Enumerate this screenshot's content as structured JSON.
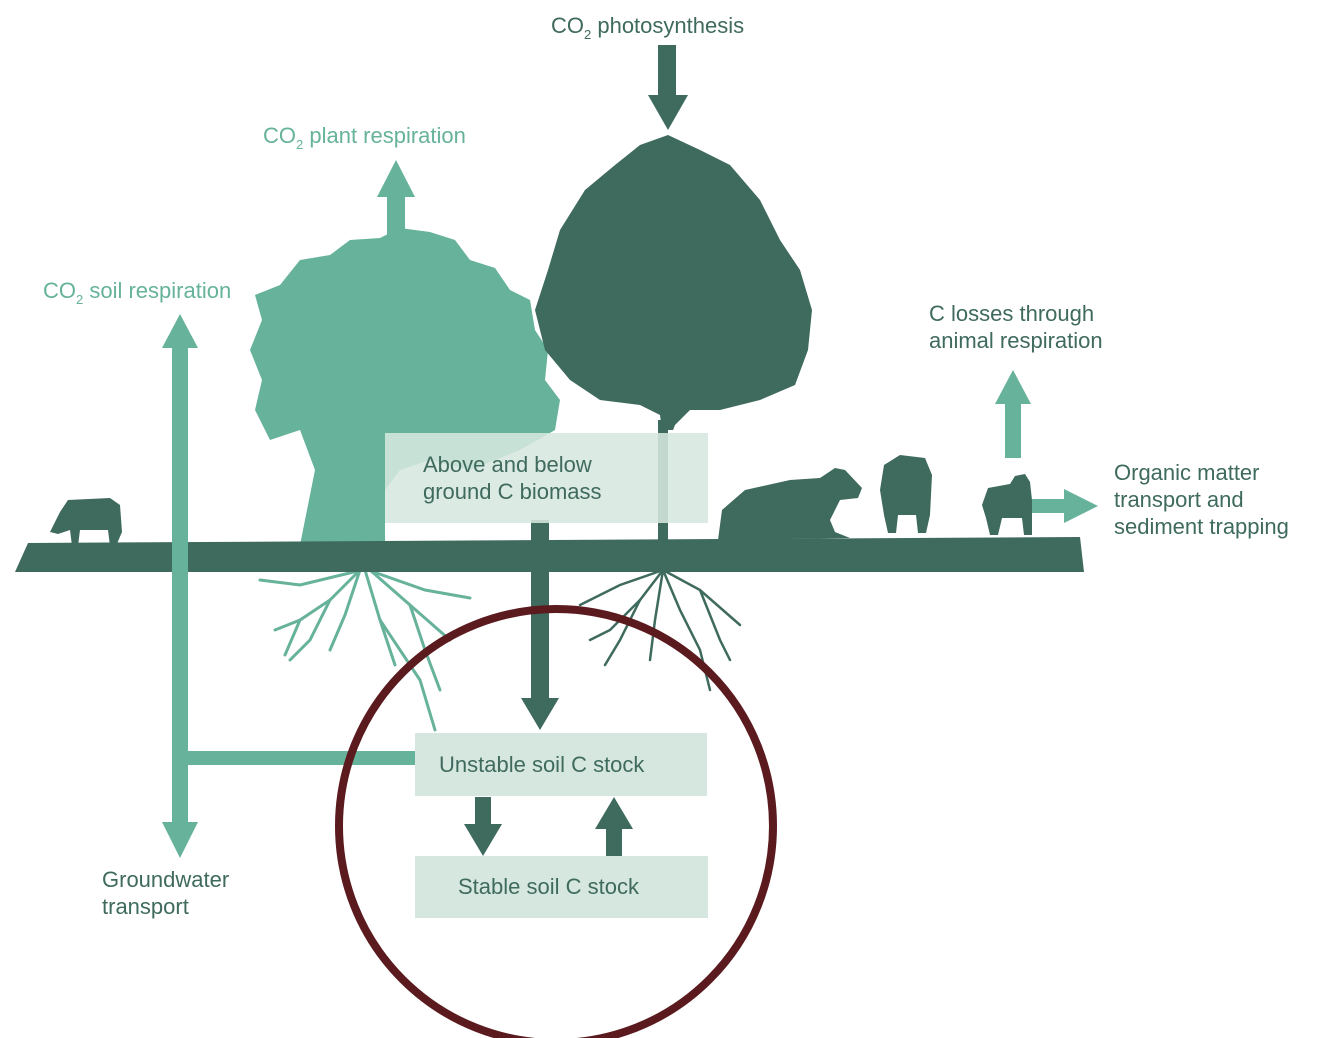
{
  "colors": {
    "light_green": "#66b29b",
    "dark_green": "#3f6a5e",
    "box_fill": "#d6e7df",
    "circle": "#5b1a1e"
  },
  "labels": {
    "photosynthesis": {
      "prefix": "CO",
      "sub": "2",
      "text": " photosynthesis"
    },
    "plant_respiration": {
      "prefix": "CO",
      "sub": "2",
      "text": " plant respiration"
    },
    "soil_respiration": {
      "prefix": "CO",
      "sub": "2",
      "text": " soil respiration"
    },
    "animal_respiration": {
      "line1": "C losses through",
      "line2": "animal respiration"
    },
    "organic_matter": {
      "line1": "Organic matter",
      "line2": "transport and",
      "line3": "sediment trapping"
    },
    "groundwater": {
      "line1": "Groundwater",
      "line2": "transport"
    }
  },
  "boxes": {
    "biomass": {
      "line1": "Above and below",
      "line2": "ground C biomass"
    },
    "unstable": "Unstable soil C stock",
    "stable": "Stable soil C stock"
  },
  "icons": [
    "light-tree-icon",
    "dark-tree-icon",
    "cow-icon",
    "root-icon"
  ]
}
